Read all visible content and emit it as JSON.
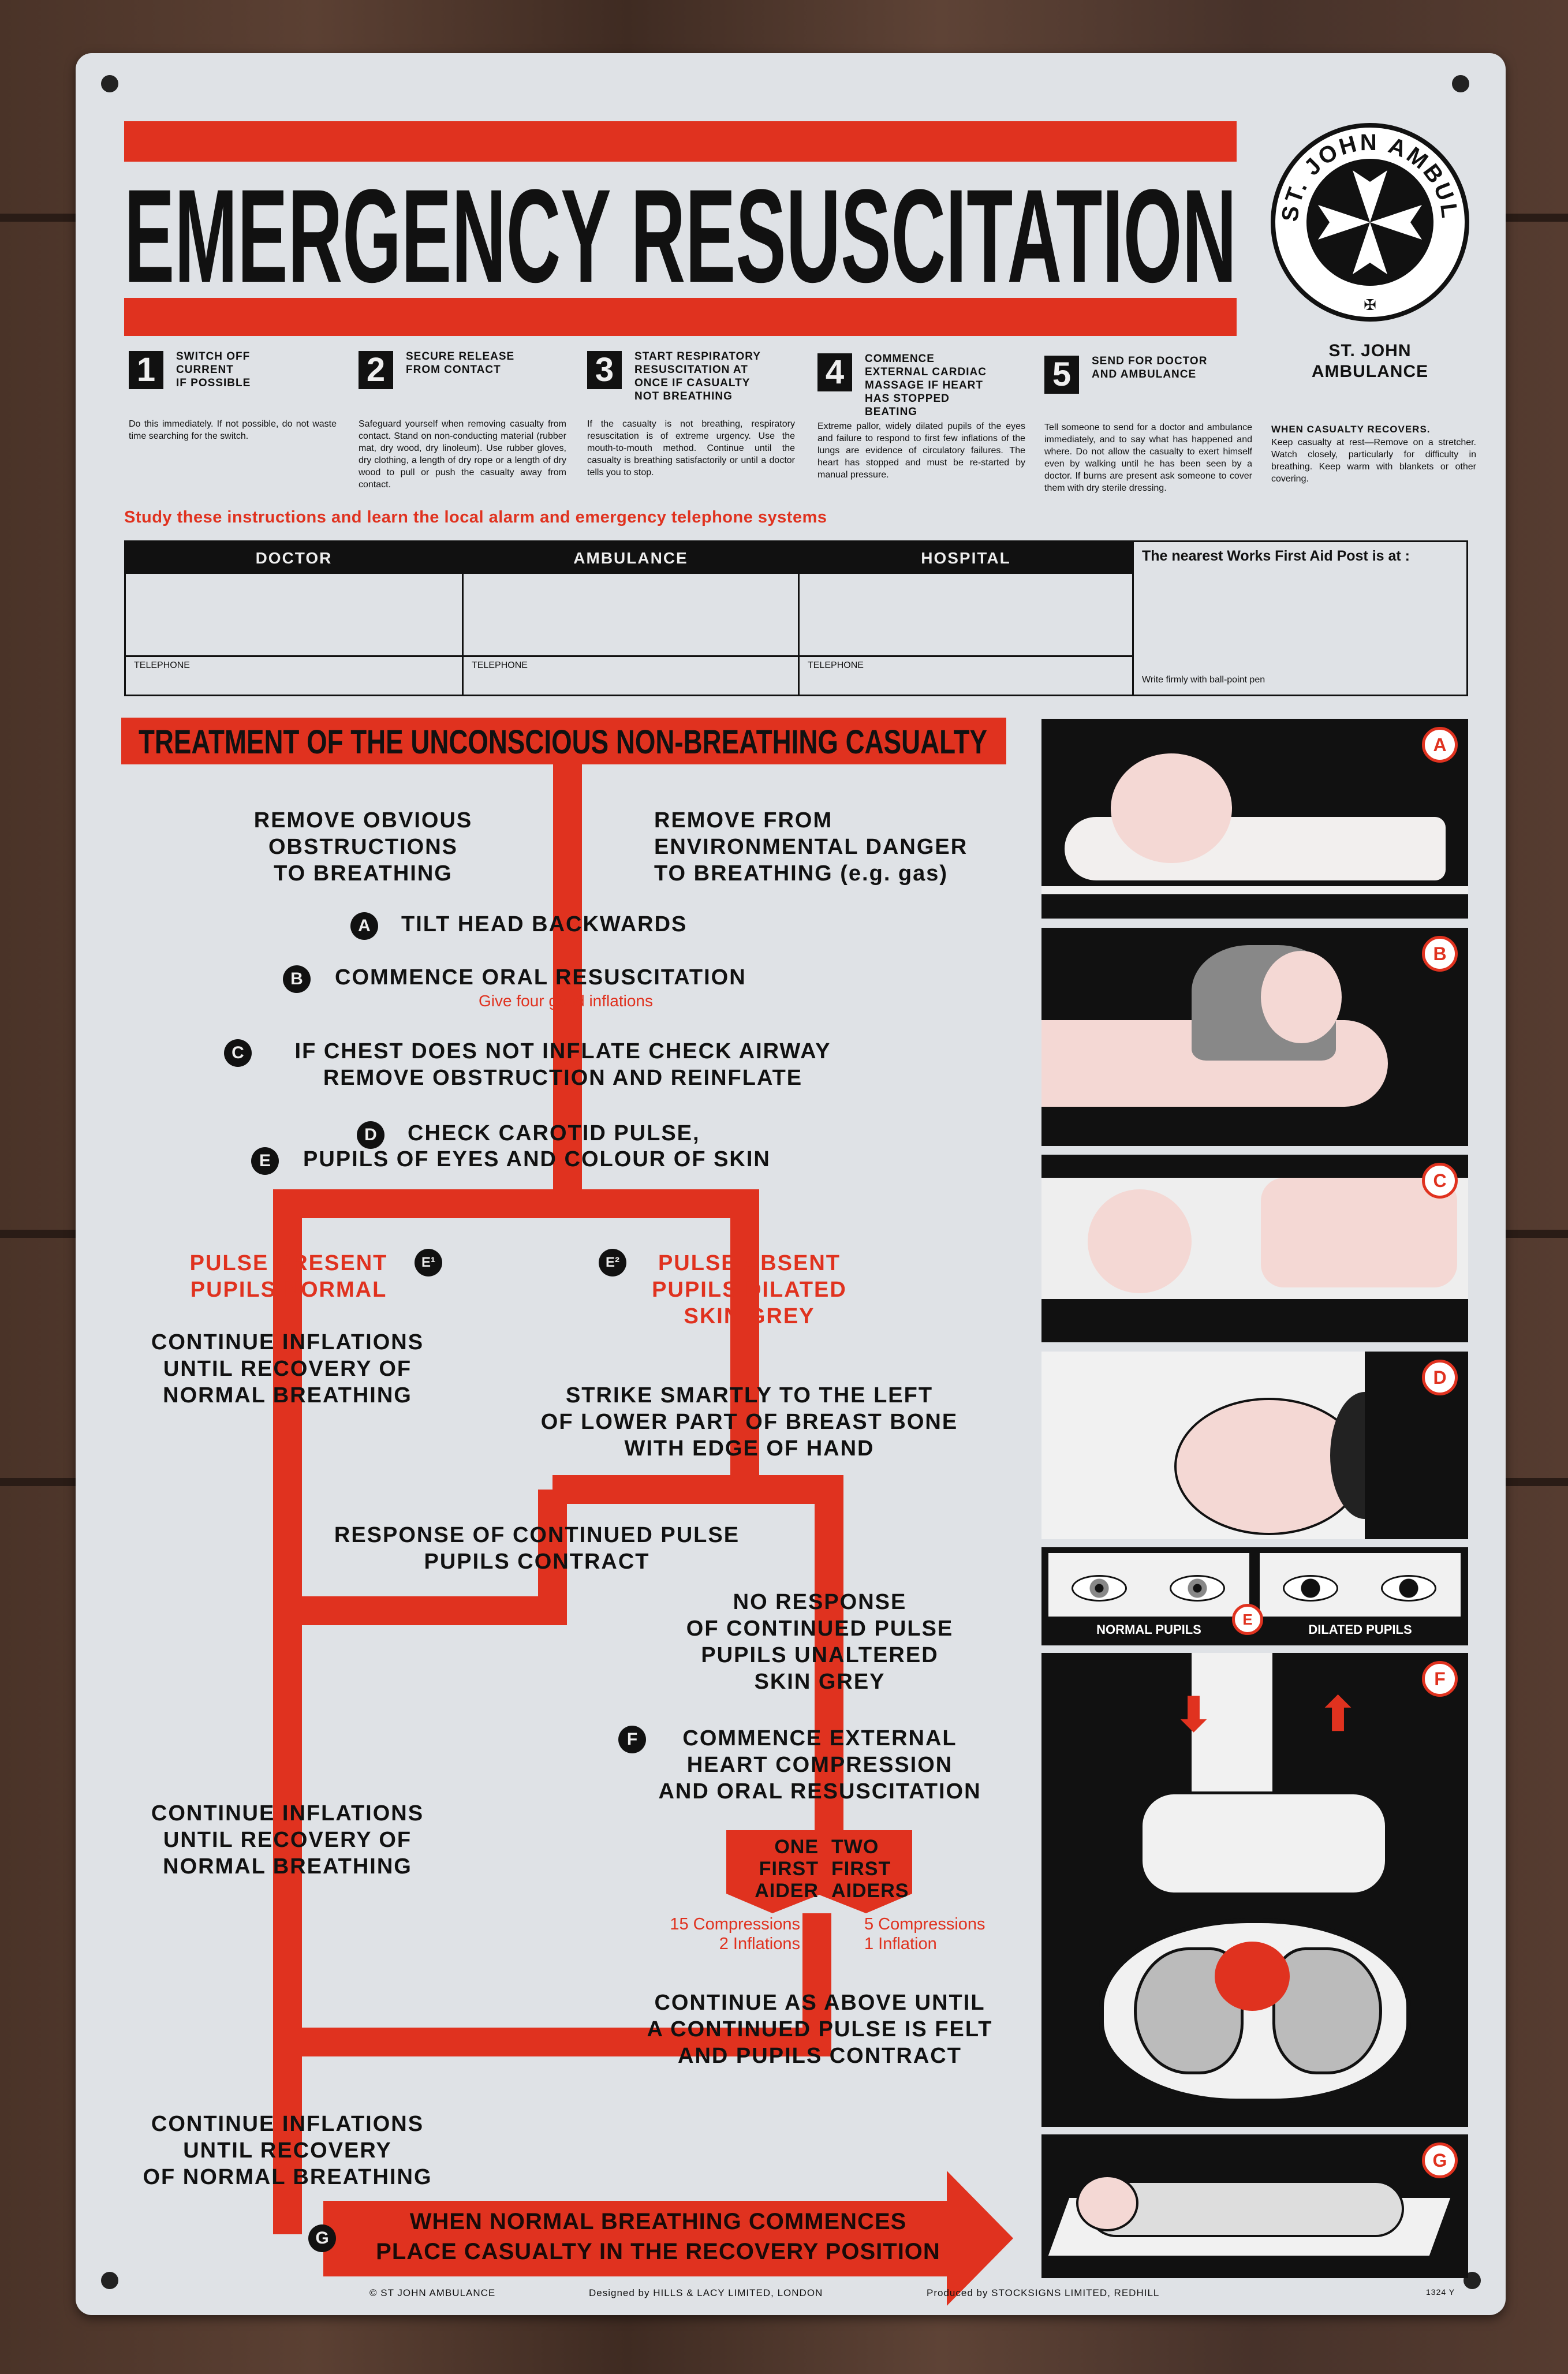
{
  "title": "EMERGENCY RESUSCITATION",
  "logo": {
    "ring_text": "ST. JOHN AMBULANCE",
    "caption": "ST. JOHN\nAMBULANCE"
  },
  "steps": [
    {
      "number": "1",
      "heading": "SWITCH OFF\nCURRENT\nIF POSSIBLE",
      "body": "Do this immediately. If not possible, do not waste time searching for the switch."
    },
    {
      "number": "2",
      "heading": "SECURE RELEASE\nFROM CONTACT",
      "body": "Safeguard yourself when removing casualty from contact. Stand on non-conducting material (rubber mat, dry wood, dry linoleum). Use rubber gloves, dry clothing, a length of dry rope or a length of dry wood to pull or push the casualty away from contact."
    },
    {
      "number": "3",
      "heading": "START RESPIRATORY\nRESUSCITATION AT\nONCE IF CASUALTY\nNOT BREATHING",
      "body": "If the casualty is not breathing, respiratory resuscitation is of extreme urgency. Use the mouth-to-mouth method. Continue until the casualty is breathing satisfactorily or until a doctor tells you to stop."
    },
    {
      "number": "4",
      "heading": "COMMENCE\nEXTERNAL CARDIAC\nMASSAGE IF HEART\nHAS STOPPED\nBEATING",
      "body": "Extreme pallor, widely dilated pupils of the eyes and failure to respond to first few inflations of the lungs are evidence of circulatory failures. The heart has stopped and must be re-started by manual pressure."
    },
    {
      "number": "5",
      "heading": "SEND FOR DOCTOR\nAND AMBULANCE",
      "body": "Tell someone to send for a doctor and ambulance immediately, and to say what has happened and where. Do not allow the casualty to exert himself even by walking until he has been seen by a doctor. If burns are present ask someone to cover them with dry sterile dressing."
    }
  ],
  "recovery": {
    "heading": "WHEN CASUALTY RECOVERS.",
    "body": "Keep casualty at rest—Remove on a stretcher. Watch closely, particularly for difficulty in breathing. Keep warm with blankets or other covering."
  },
  "study_notice": "Study these instructions and learn the local alarm and emergency telephone systems",
  "contact_table": {
    "columns": [
      "DOCTOR",
      "AMBULANCE",
      "HOSPITAL"
    ],
    "telephone_label": "TELEPHONE",
    "first_aid_post": "The nearest Works First Aid Post is at :",
    "pen_note": "Write firmly with ball-point pen"
  },
  "treatment": {
    "heading": "TREATMENT OF THE UNCONSCIOUS NON-BREATHING CASUALTY",
    "remove_obstructions": "REMOVE OBVIOUS\nOBSTRUCTIONS\nTO BREATHING",
    "remove_danger": "REMOVE FROM\nENVIRONMENTAL DANGER\nTO BREATHING (e.g. gas)",
    "step_a": {
      "letter": "A",
      "text": "TILT HEAD BACKWARDS"
    },
    "step_b": {
      "letter": "B",
      "text": "COMMENCE ORAL RESUSCITATION",
      "note": "Give four good inflations"
    },
    "step_c": {
      "letter": "C",
      "text": "IF CHEST DOES NOT INFLATE CHECK AIRWAY\nREMOVE OBSTRUCTION AND REINFLATE"
    },
    "step_d": {
      "letter": "D",
      "text": "CHECK CAROTID PULSE,"
    },
    "step_e": {
      "letter": "E",
      "text": "PUPILS OF EYES AND COLOUR OF SKIN"
    },
    "e1": {
      "letter": "E¹",
      "text": "PULSE PRESENT\nPUPILS NORMAL"
    },
    "e2": {
      "letter": "E²",
      "text": "PULSE ABSENT\nPUPILS DILATED\nSKIN GREY"
    },
    "continue_1": "CONTINUE INFLATIONS\nUNTIL RECOVERY OF\nNORMAL BREATHING",
    "strike": "STRIKE SMARTLY TO THE LEFT\nOF LOWER PART OF BREAST BONE\nWITH EDGE OF HAND",
    "response": "RESPONSE OF CONTINUED PULSE\nPUPILS CONTRACT",
    "no_response": "NO RESPONSE\nOF CONTINUED PULSE\nPUPILS UNALTERED\nSKIN GREY",
    "step_f": {
      "letter": "F",
      "text": "COMMENCE EXTERNAL\nHEART COMPRESSION\nAND ORAL RESUSCITATION"
    },
    "continue_2": "CONTINUE INFLATIONS\nUNTIL RECOVERY OF\nNORMAL BREATHING",
    "one_aider": "ONE\nFIRST\nAIDER",
    "two_aiders": "TWO\nFIRST\nAIDERS",
    "one_aider_rate": "15 Compressions\n2 Inflations",
    "two_aiders_rate": "5 Compressions\n1 Inflation",
    "continue_above": "CONTINUE AS ABOVE UNTIL\nA CONTINUED PULSE IS FELT\nAND PUPILS CONTRACT",
    "continue_3": "CONTINUE INFLATIONS\nUNTIL RECOVERY\nOF NORMAL BREATHING",
    "step_g": {
      "letter": "G",
      "text": "WHEN NORMAL BREATHING COMMENCES\nPLACE CASUALTY IN THE RECOVERY POSITION"
    }
  },
  "illustrations": {
    "letters": [
      "A",
      "B",
      "C",
      "D",
      "E",
      "F",
      "G"
    ],
    "normal_pupils": "NORMAL PUPILS",
    "dilated_pupils": "DILATED PUPILS"
  },
  "footer": {
    "copyright": "© ST JOHN AMBULANCE",
    "designed": "Designed by HILLS & LACY LIMITED, LONDON",
    "produced": "Produced by STOCKSIGNS LIMITED, REDHILL",
    "code": "1324 Y"
  },
  "colors": {
    "red": "#e0321f",
    "black": "#111111",
    "board": "#dfe2e6"
  }
}
